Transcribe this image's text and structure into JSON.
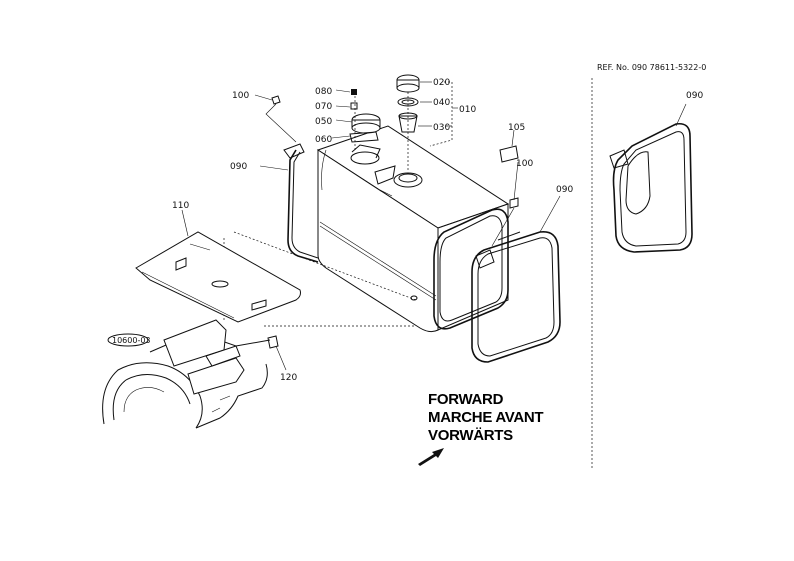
{
  "ref_number": "REF. No. 090 78611-5322-0",
  "section_tag": "10600-03",
  "forward": {
    "line1": "FORWARD",
    "line2": "MARCHE AVANT",
    "line3": "VORWÄRTS"
  },
  "callouts": {
    "c010": "010",
    "c020": "020",
    "c030": "030",
    "c040": "040",
    "c050": "050",
    "c060": "060",
    "c070": "070",
    "c080": "080",
    "c090_left": "090",
    "c090_right": "090",
    "c090_inset": "090",
    "c100_left": "100",
    "c100_right": "100",
    "c105": "105",
    "c110": "110",
    "c120": "120"
  }
}
